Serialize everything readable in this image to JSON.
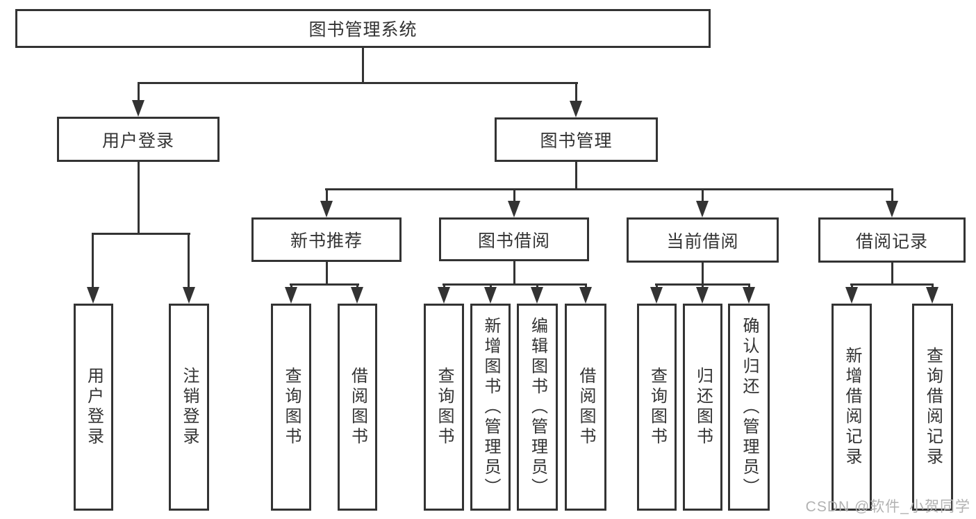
{
  "tree": {
    "label": "图书管理系统",
    "children": [
      {
        "label": "用户登录",
        "children": [
          {
            "label": "用户登录"
          },
          {
            "label": "注销登录"
          }
        ]
      },
      {
        "label": "图书管理",
        "children": [
          {
            "label": "新书推荐",
            "children": [
              {
                "label": "查询图书"
              },
              {
                "label": "借阅图书"
              }
            ]
          },
          {
            "label": "图书借阅",
            "children": [
              {
                "label": "查询图书"
              },
              {
                "label": "新增图书（管理员）"
              },
              {
                "label": "编辑图书（管理员）"
              },
              {
                "label": "借阅图书"
              }
            ]
          },
          {
            "label": "当前借阅",
            "children": [
              {
                "label": "查询图书"
              },
              {
                "label": "归还图书"
              },
              {
                "label": "确认归还（管理员）"
              }
            ]
          },
          {
            "label": "借阅记录",
            "children": [
              {
                "label": "新增借阅记录"
              },
              {
                "label": "查询借阅记录"
              }
            ]
          }
        ]
      }
    ]
  },
  "watermark": {
    "text": "CSDN @软件_小贺同学"
  },
  "colors": {
    "line": "#333333",
    "text": "#333333",
    "background": "#ffffff",
    "watermark": "#b2b2b2"
  }
}
